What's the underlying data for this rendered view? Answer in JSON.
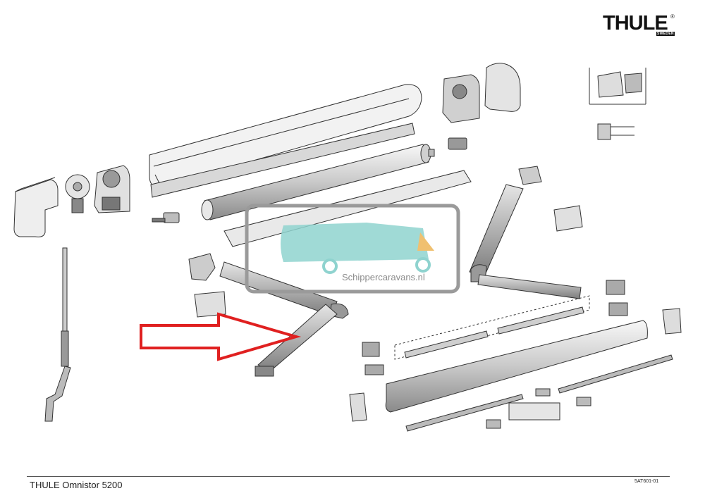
{
  "brand": {
    "name": "THULE",
    "sub": "SWEDEN",
    "registered": "®"
  },
  "watermark": {
    "text": "Schippercaravans.nl",
    "color": "#8fd3cf"
  },
  "footer": {
    "title": "THULE Omnistor 5200",
    "code": "5AT601-01"
  },
  "arrow": {
    "color": "#e02020"
  },
  "colors": {
    "line": "#333333",
    "part_fill": "#f4f4f4",
    "dark_fill": "#9a9a9a"
  }
}
